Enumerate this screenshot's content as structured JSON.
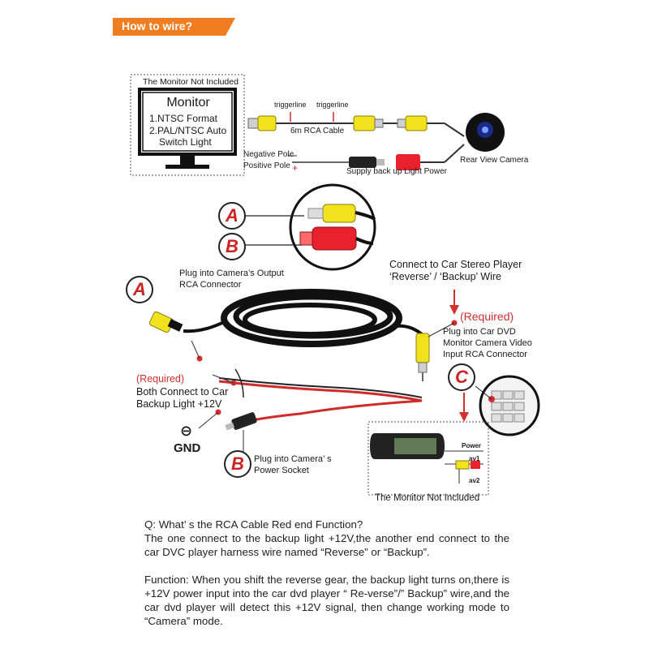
{
  "banner": {
    "title": "How to wire?",
    "color": "#f07d1f"
  },
  "top": {
    "monitor_box_title": "The Monitor Not Included",
    "monitor_title": "Monitor",
    "monitor_lines": [
      "1.NTSC Format",
      "2.PAL/NTSC Auto",
      "Switch Light"
    ],
    "trigger1": "triggerline",
    "trigger2": "triggerline",
    "cable_label": "6m RCA Cable",
    "negative_pole": "Negative Pole",
    "positive_pole": "Positive Pole",
    "supply_label": "Supply back up Light Power",
    "camera_label": "Rear View Camera"
  },
  "callouts": {
    "a_letter": "A",
    "b_letter": "B",
    "c_letter": "C",
    "plug_camera_output": [
      "Plug into Camera’s Output",
      "RCA Connector"
    ],
    "connect_stereo": [
      "Connect to Car Stereo Player",
      "‘Reverse’ / ‘Backup’ Wire"
    ],
    "required_right": "(Required)",
    "plug_dvd": [
      "Plug into Car DVD",
      "Monitor Camera Video",
      "Input RCA Connector"
    ],
    "required_left": "(Required)",
    "both_connect": [
      "Both Connect to Car",
      "Backup Light +12V"
    ],
    "gnd_symbol": "⊖",
    "gnd_label": "GND",
    "plug_power": [
      "Plug into Camera’ s",
      "Power Socket"
    ],
    "monitor_bottom": "The Monitor Not Included",
    "power_label": "Power",
    "av1": "av1",
    "av2": "av2"
  },
  "qa": {
    "question": "Q: What’ s the RCA Cable Red end Function?",
    "answer": "The one connect to the backup light +12V,the another end connect to the car DVC player harness wire named “Reverse” or “Backup”.",
    "function": "Function: When you shift the reverse gear, the backup light turns on,there is +12V power input into the car dvd player “ Re-verse”/” Backup” wire,and the car dvd player will detect this +12V signal, then change working mode to “Camera” mode."
  }
}
